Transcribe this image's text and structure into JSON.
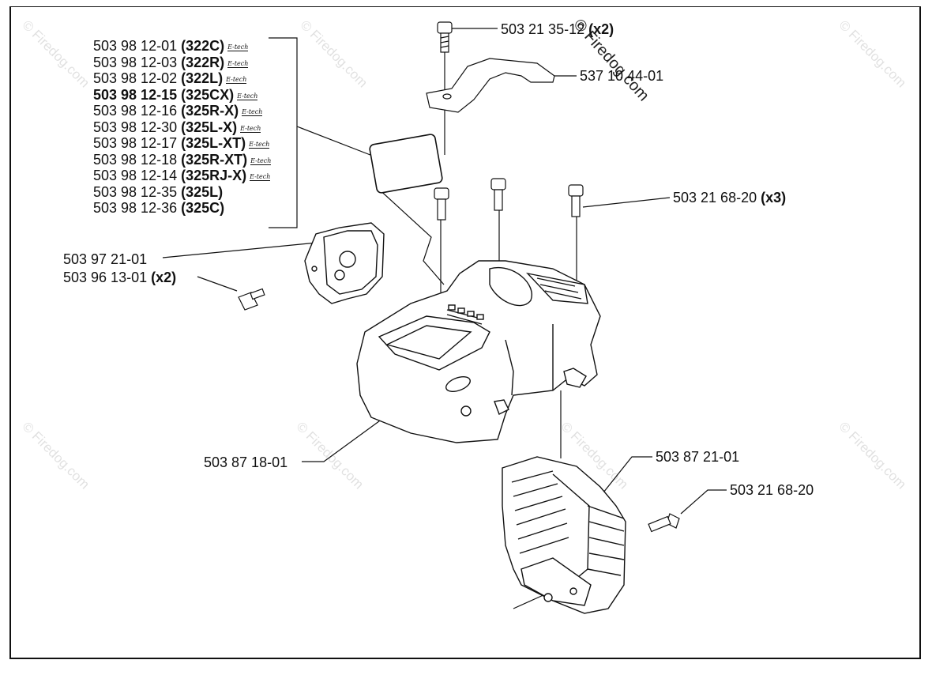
{
  "watermark": "© Firedog.com",
  "model_list": [
    {
      "part": "503 98 12-01",
      "model": "(322C)",
      "tag": "E-tech",
      "bold_part": false
    },
    {
      "part": "503 98 12-03",
      "model": "(322R)",
      "tag": "E-tech",
      "bold_part": false
    },
    {
      "part": "503 98 12-02",
      "model": "(322L)",
      "tag": "E-tech",
      "bold_part": false
    },
    {
      "part": "503 98 12-15",
      "model": "(325CX)",
      "tag": "E-tech",
      "bold_part": true
    },
    {
      "part": "503 98 12-16",
      "model": "(325R-X)",
      "tag": "E-tech",
      "bold_part": false
    },
    {
      "part": "503 98 12-30",
      "model": "(325L-X)",
      "tag": "E-tech",
      "bold_part": false
    },
    {
      "part": "503 98 12-17",
      "model": "(325L-XT)",
      "tag": "E-tech",
      "bold_part": false
    },
    {
      "part": "503 98 12-18",
      "model": "(325R-XT)",
      "tag": "E-tech",
      "bold_part": false
    },
    {
      "part": "503 98 12-14",
      "model": "(325RJ-X)",
      "tag": "E-tech",
      "bold_part": false
    },
    {
      "part": "503 98 12-35",
      "model": "(325L)",
      "tag": "",
      "bold_part": false
    },
    {
      "part": "503 98 12-36",
      "model": "(325C)",
      "tag": "",
      "bold_part": false
    }
  ],
  "callouts": {
    "screw_top": {
      "part": "503 21 35-12",
      "qty": "(x2)"
    },
    "cover_top": {
      "part": "537 10 44-01"
    },
    "screw_mid": {
      "part": "503 21 68-20",
      "qty": "(x3)"
    },
    "air_filter": {
      "part": "503 97 21-01"
    },
    "screw_left": {
      "part": "503 96 13-01",
      "qty": "(x2)"
    },
    "cylinder_cover": {
      "part": "503 87 18-01"
    },
    "muffler_guard": {
      "part": "503 87 21-01"
    },
    "screw_right": {
      "part": "503 21 68-20"
    }
  }
}
